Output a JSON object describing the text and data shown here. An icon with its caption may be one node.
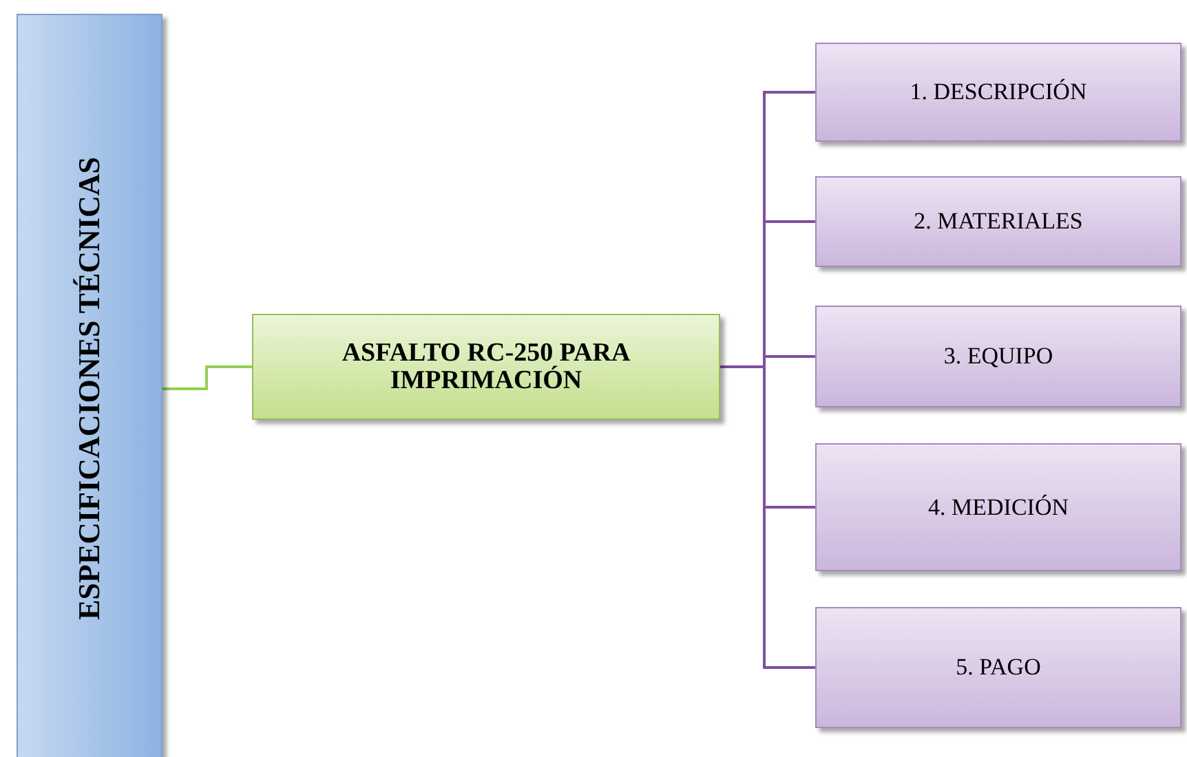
{
  "diagram": {
    "nodes": [
      {
        "text": [
          "ESPECIFICACIONES TÉCNICAS"
        ]
      },
      {
        "text": [
          "ASFALTO RC-250 PARA IMPRIMACIÓN"
        ]
      },
      {
        "text": [
          "1. DESCRIPCIÓN"
        ]
      },
      {
        "text": [
          "2. MATERIALES"
        ]
      },
      {
        "text": [
          "3. EQUIPO"
        ]
      },
      {
        "text": [
          "4. MEDICIÓN"
        ]
      },
      {
        "text": [
          "5. PAGO"
        ]
      }
    ],
    "edges": [
      {
        "from": 0,
        "to": 1,
        "arrow": "none",
        "color": "#92d050"
      },
      {
        "from": 1,
        "to": 2,
        "arrow": "none"
      },
      {
        "from": 1,
        "to": 3,
        "arrow": "none"
      },
      {
        "from": 1,
        "to": 4,
        "arrow": "none"
      },
      {
        "from": 1,
        "to": 5,
        "arrow": "none"
      },
      {
        "from": 1,
        "to": 6,
        "arrow": "none"
      }
    ]
  }
}
